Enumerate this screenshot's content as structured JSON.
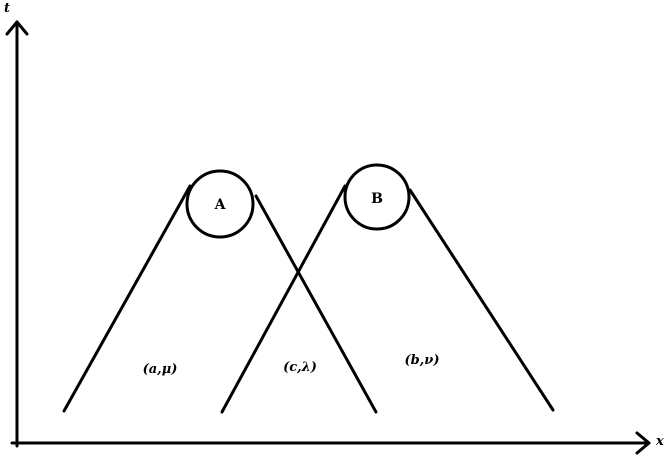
{
  "axes": {
    "t_label": "t",
    "x_label": "x"
  },
  "nodes": {
    "a_label": "A",
    "b_label": "B"
  },
  "regions": {
    "left_label": "(a,μ)",
    "middle_label": "(c,λ)",
    "right_label": "(b,ν)"
  }
}
